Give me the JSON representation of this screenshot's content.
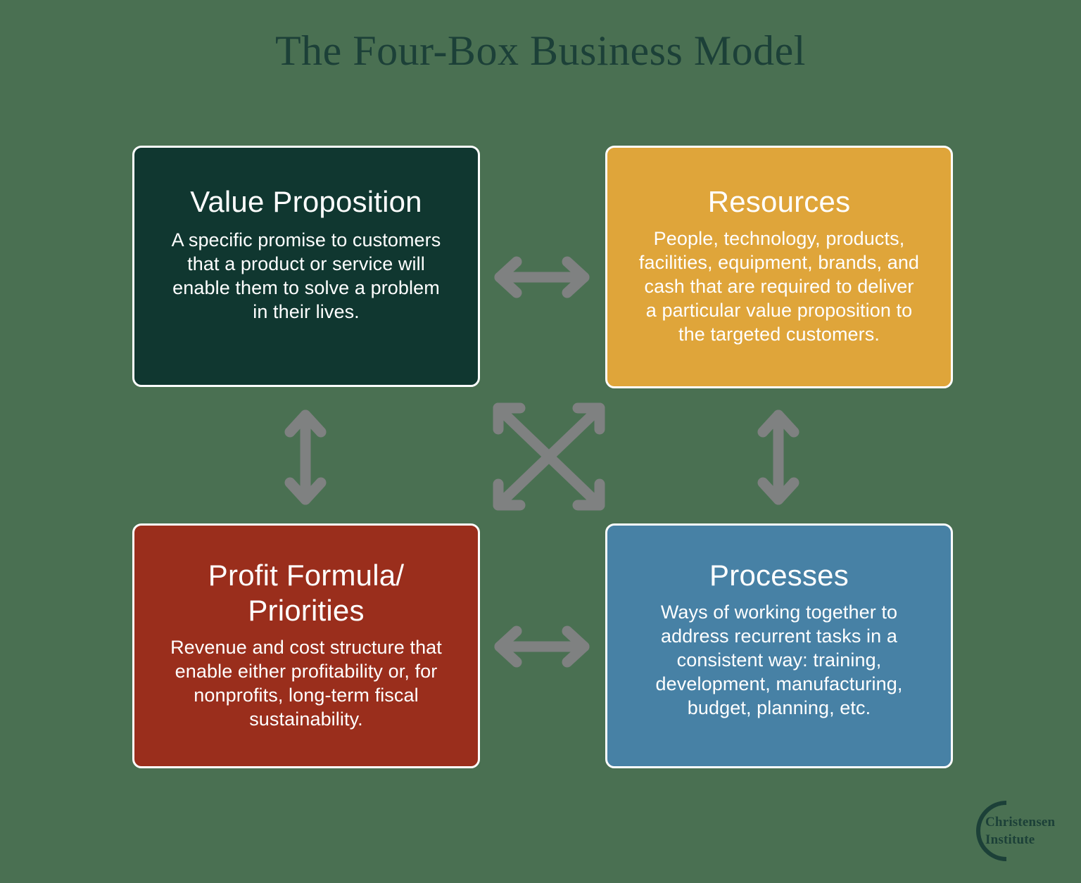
{
  "page": {
    "title": "The Four-Box Business Model",
    "background_color": "#4A7052",
    "title_color": "#1C4038"
  },
  "boxes": [
    {
      "id": "value-proposition",
      "title": "Value Proposition",
      "body": "A specific promise to customers that a product or service will enable them to solve a problem in their lives.",
      "color": "#103730",
      "position": "top-left"
    },
    {
      "id": "resources",
      "title": "Resources",
      "body": "People, technology, products, facilities, equipment, brands, and cash that are required to deliver a particular value proposition to the targeted customers.",
      "color": "#DFA53A",
      "position": "top-right"
    },
    {
      "id": "profit-formula",
      "title": "Profit Formula/ Priorities",
      "body": "Revenue and cost structure that enable either profitability or, for nonprofits, long-term fiscal sustainability.",
      "color": "#9A2E1C",
      "position": "bottom-left"
    },
    {
      "id": "processes",
      "title": "Processes",
      "body": "Ways of working together to address recurrent tasks in a consistent way: training, development, manufacturing, budget, planning, etc.",
      "color": "#4781A5",
      "position": "bottom-right"
    }
  ],
  "arrows": {
    "color": "#7F8181",
    "items": [
      {
        "name": "top-horizontal-double-arrow",
        "direction": "horizontal",
        "connects": [
          "value-proposition",
          "resources"
        ]
      },
      {
        "name": "bottom-horizontal-double-arrow",
        "direction": "horizontal",
        "connects": [
          "profit-formula",
          "processes"
        ]
      },
      {
        "name": "left-vertical-double-arrow",
        "direction": "vertical",
        "connects": [
          "value-proposition",
          "profit-formula"
        ]
      },
      {
        "name": "right-vertical-double-arrow",
        "direction": "vertical",
        "connects": [
          "resources",
          "processes"
        ]
      },
      {
        "name": "center-diagonal-cross-arrows",
        "direction": "diagonal",
        "connects": [
          "value-proposition",
          "processes",
          "resources",
          "profit-formula"
        ]
      }
    ]
  },
  "logo": {
    "line1": "Christensen",
    "line2": "Institute",
    "color": "#1C4038"
  }
}
